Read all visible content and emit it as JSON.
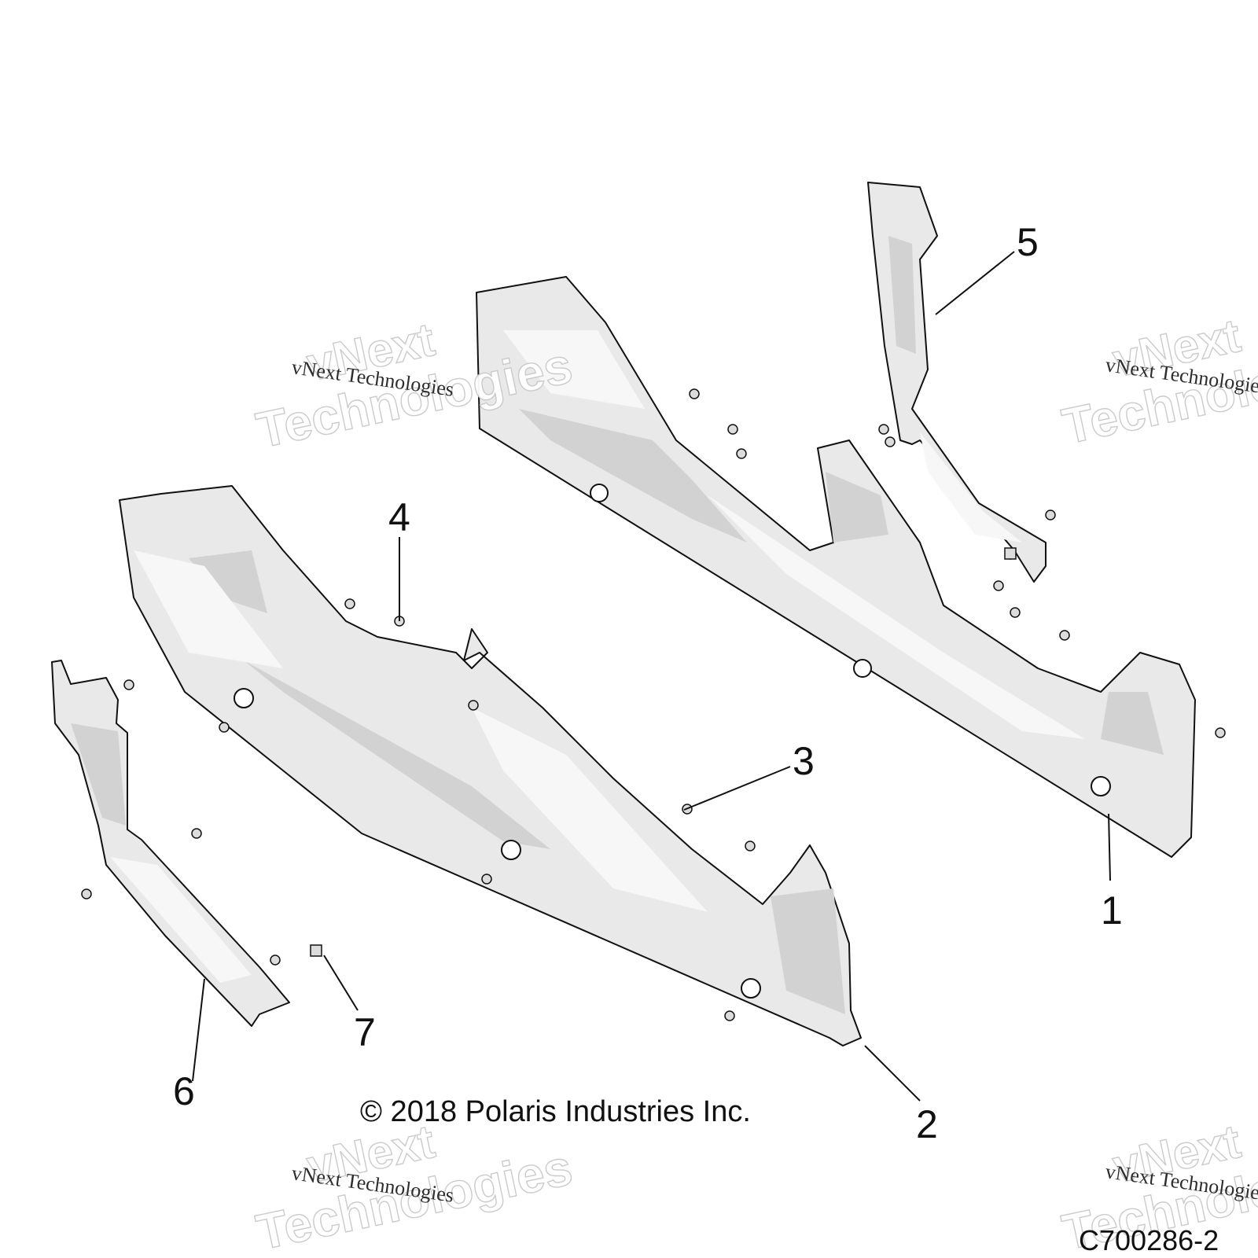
{
  "callouts": [
    {
      "id": "1",
      "label": "1"
    },
    {
      "id": "2",
      "label": "2"
    },
    {
      "id": "3",
      "label": "3"
    },
    {
      "id": "4",
      "label": "4"
    },
    {
      "id": "5",
      "label": "5"
    },
    {
      "id": "6",
      "label": "6"
    },
    {
      "id": "7",
      "label": "7"
    }
  ],
  "copyright": "© 2018 Polaris Industries Inc.",
  "figure_id": "C700286-2",
  "watermark": {
    "large_line1": "vNext",
    "large_line2": "Technologies",
    "small": "vNext Technologies"
  }
}
